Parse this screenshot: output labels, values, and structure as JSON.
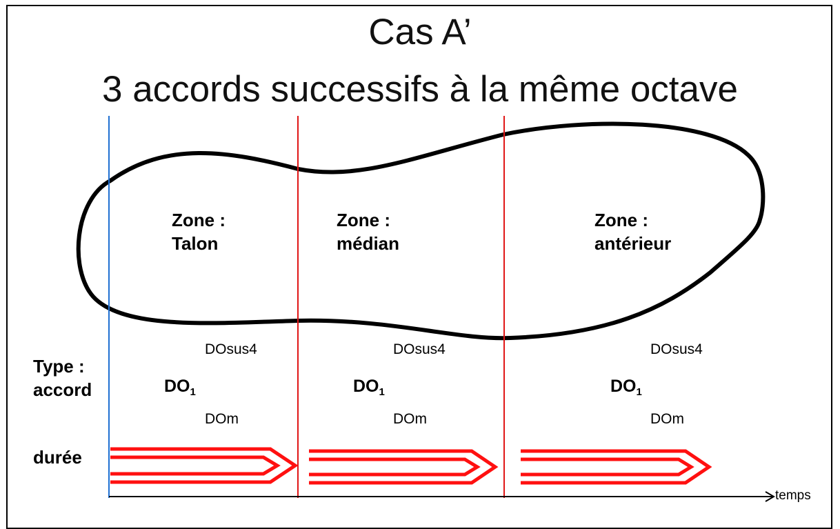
{
  "title": {
    "line1": "Cas A’",
    "line2": "3 accords successifs à la même octave"
  },
  "row_labels": {
    "type_line1": "Type :",
    "type_line2": "accord",
    "duree": "durée"
  },
  "zones": [
    {
      "line1": "Zone :",
      "line2": "Talon"
    },
    {
      "line1": "Zone :",
      "line2": "médian"
    },
    {
      "line1": "Zone :",
      "line2": "antérieur"
    }
  ],
  "chords": [
    {
      "upper": "DOsus4",
      "main": "DO",
      "main_sub": "1",
      "lower": "DOm"
    },
    {
      "upper": "DOsus4",
      "main": "DO",
      "main_sub": "1",
      "lower": "DOm"
    },
    {
      "upper": "DOsus4",
      "main": "DO",
      "main_sub": "1",
      "lower": "DOm"
    }
  ],
  "axis": {
    "label": "temps"
  },
  "colors": {
    "start_line": "#1f6fd1",
    "divider_lines": "#e01515",
    "arrows": "#ff1010",
    "outline": "#000000"
  }
}
